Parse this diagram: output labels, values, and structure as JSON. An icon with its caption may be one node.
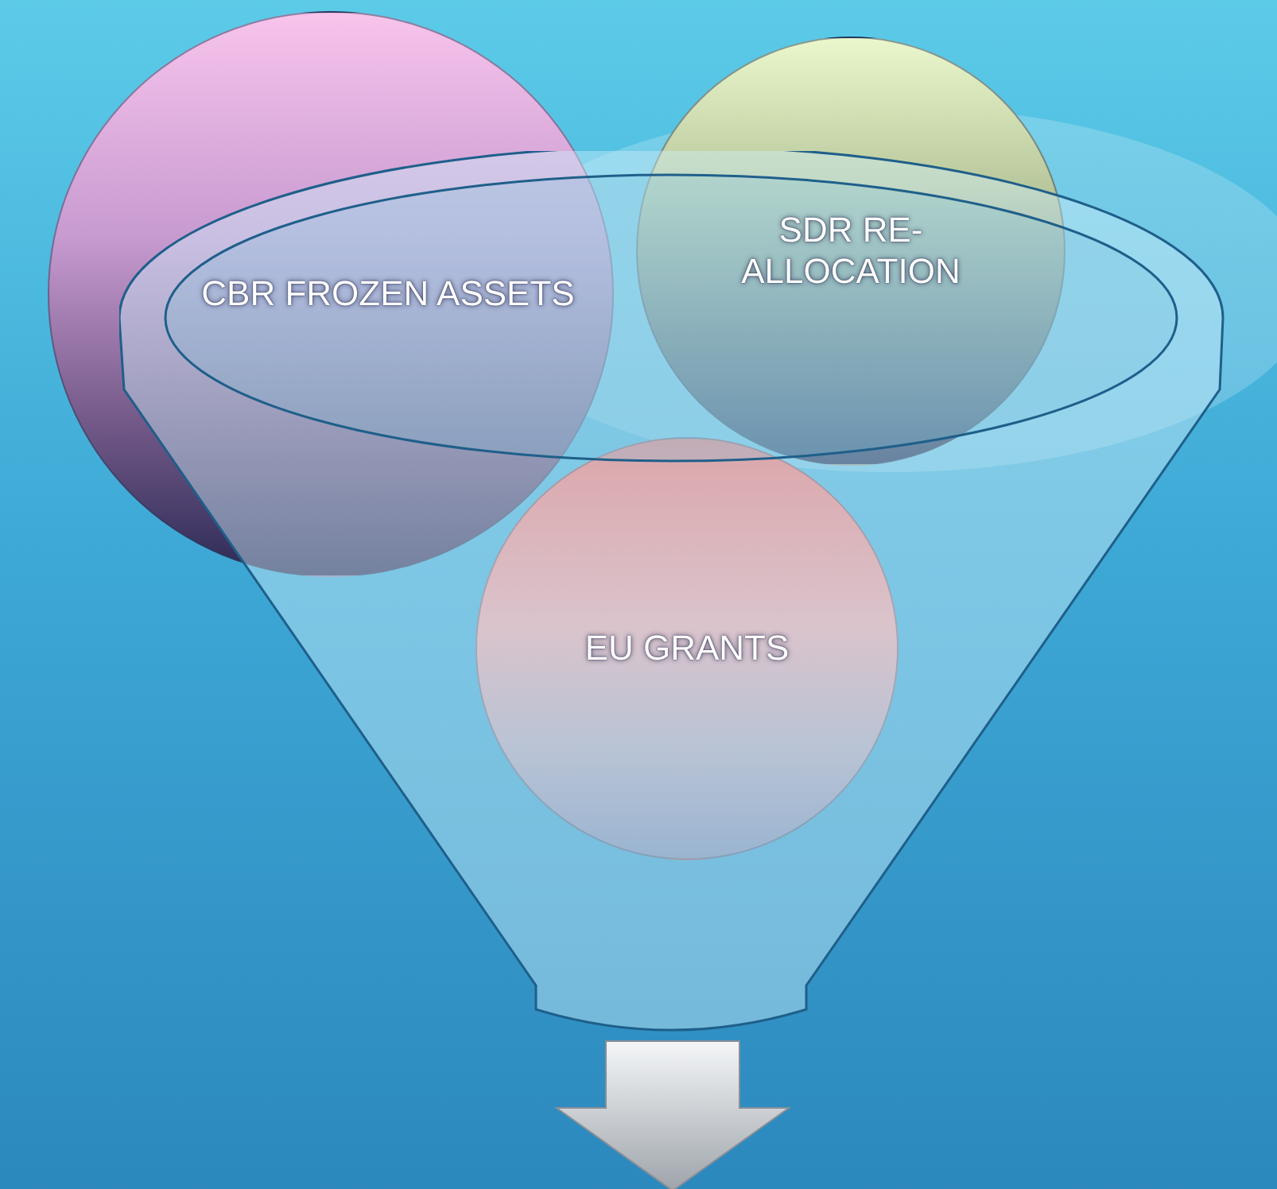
{
  "diagram": {
    "nodes": [
      {
        "text": [
          "CBR FROZEN ASSETS"
        ]
      },
      {
        "text": [
          "SDR RE-ALLOCATION"
        ]
      },
      {
        "text": [
          "EU GRANTS"
        ],
        "in": 3
      },
      {
        "text": [],
        "shape": "funnel"
      }
    ]
  }
}
